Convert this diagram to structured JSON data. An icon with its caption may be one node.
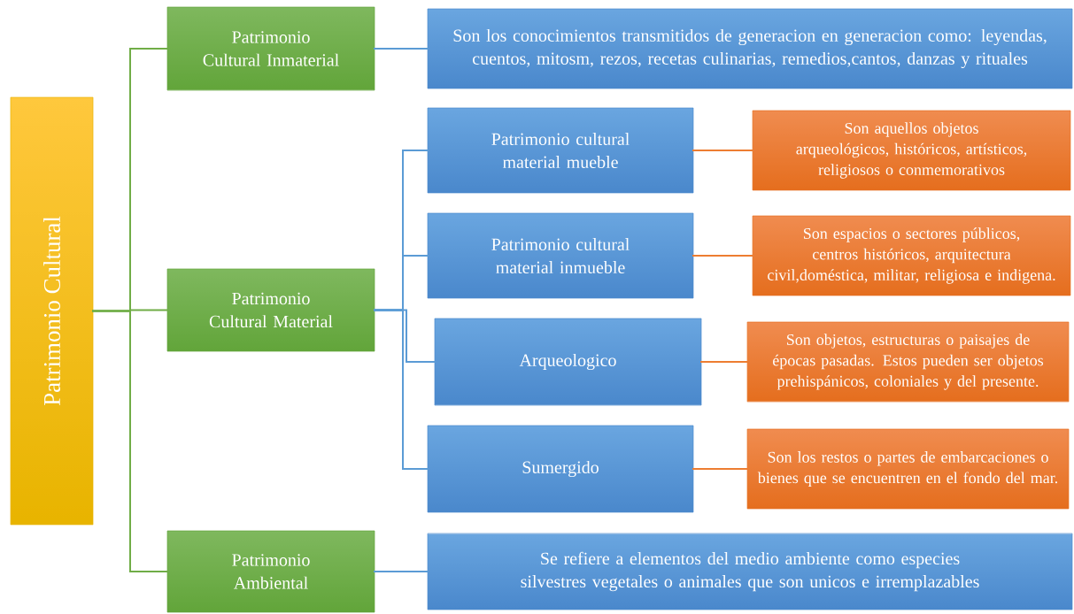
{
  "diagram": {
    "nodes": [
      {
        "text": [
          "Patrimonio Cultural"
        ]
      },
      {
        "text": [
          "Patrimonio Cultural Inmaterial"
        ]
      },
      {
        "text": [
          "Son los conocimientos transmitidos de generacion en generacion como: leyendas, cuentos, mitosm, rezos, recetas  culinarias, remedios,cantos, danzas y rituales"
        ]
      },
      {
        "text": [
          "Patrimonio Cultural Material"
        ]
      },
      {
        "text": [
          "Patrimonio cultural material mueble"
        ]
      },
      {
        "text": [
          "Son aquellos objetos arqueológicos, históricos, artísticos, religiosos o conmemorativos"
        ]
      },
      {
        "text": [
          "Patrimonio cultural material inmueble"
        ]
      },
      {
        "text": [
          "Son espacios o sectores públicos, centros históricos, arquitectura civil,doméstica, militar, religiosa e indigena."
        ]
      },
      {
        "text": [
          "Arqueologico"
        ]
      },
      {
        "text": [
          "Son objetos, estructuras o paisajes de épocas pasadas. Estos pueden ser objetos prehispánicos, coloniales y del presente."
        ]
      },
      {
        "text": [
          "Sumergido"
        ]
      },
      {
        "text": [
          "Son los restos o partes de embarcaciones o bienes que se encuentren en el fondo del mar."
        ]
      },
      {
        "text": [
          "Patrimonio Ambiental"
        ]
      },
      {
        "text": [
          "Se refiere a elementos del medio ambiente como  especies silvestres vegetales o animales que  son unicos e irremplazables"
        ]
      }
    ],
    "edges": [
      {
        "from": 0,
        "to": 1,
        "arrow": "none",
        "color": "#70ad47"
      },
      {
        "from": 0,
        "to": 3,
        "arrow": "none",
        "color": "#70ad47"
      },
      {
        "from": 0,
        "to": 12,
        "arrow": "none",
        "color": "#70ad47"
      },
      {
        "from": 1,
        "to": 2,
        "arrow": "none"
      },
      {
        "from": 3,
        "to": 4,
        "arrow": "none"
      },
      {
        "from": 3,
        "to": 6,
        "arrow": "none"
      },
      {
        "from": 3,
        "to": 8,
        "arrow": "none"
      },
      {
        "from": 3,
        "to": 10,
        "arrow": "none"
      },
      {
        "from": 4,
        "to": 5,
        "arrow": "none",
        "color": "#ed7d31"
      },
      {
        "from": 6,
        "to": 7,
        "arrow": "none",
        "color": "#ed7d31"
      },
      {
        "from": 8,
        "to": 9,
        "arrow": "none",
        "color": "#ed7d31"
      },
      {
        "from": 10,
        "to": 11,
        "arrow": "none",
        "color": "#ed7d31"
      },
      {
        "from": 12,
        "to": 13,
        "arrow": "none"
      }
    ]
  }
}
